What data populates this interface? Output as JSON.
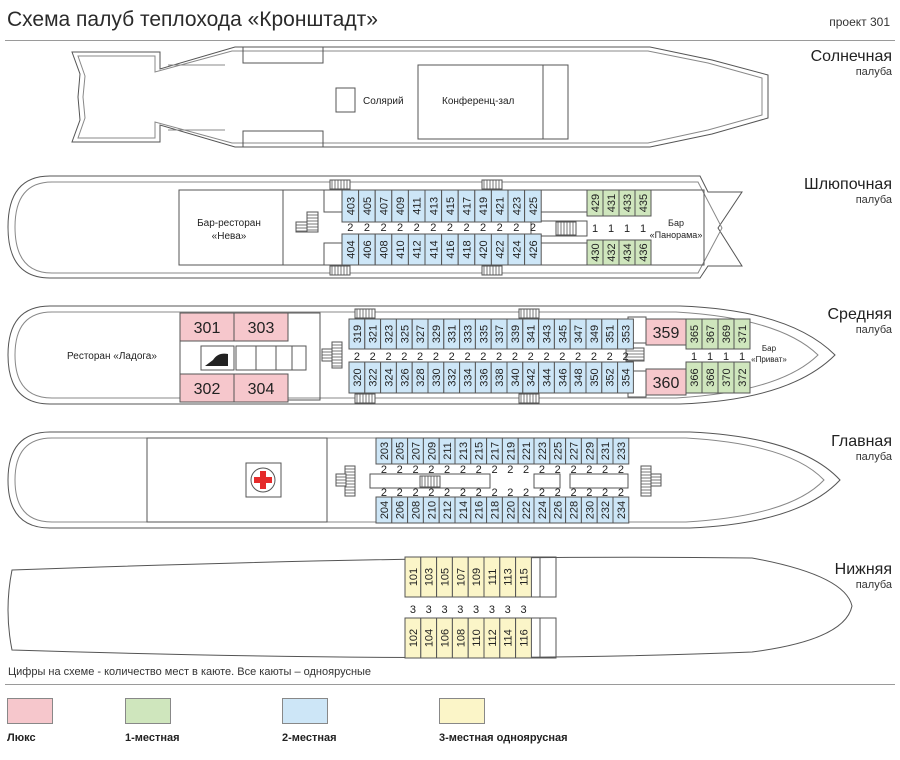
{
  "header": {
    "title": "Схема палуб теплохода «Кронштадт»",
    "project": "проект 301"
  },
  "colors": {
    "lux": "#f6c7cc",
    "single": "#cfe6bd",
    "double": "#cde6f7",
    "triple": "#fbf5c8",
    "outline": "#555555"
  },
  "decks": [
    {
      "name": "Солнечная",
      "sub": "палуба"
    },
    {
      "name": "Шлюпочная",
      "sub": "палуба"
    },
    {
      "name": "Средняя",
      "sub": "палуба"
    },
    {
      "name": "Главная",
      "sub": "палуба"
    },
    {
      "name": "Нижняя",
      "sub": "палуба"
    }
  ],
  "sun": {
    "solarium": "Солярий",
    "conference": "Конференц-зал"
  },
  "boat": {
    "bar_left": [
      "Бар-ресторан",
      "«Нева»"
    ],
    "bar_right": [
      "Бар",
      "«Панорама»"
    ],
    "top": [
      "403",
      "405",
      "407",
      "409",
      "411",
      "413",
      "415",
      "417",
      "419",
      "421",
      "423",
      "425"
    ],
    "bottom": [
      "404",
      "406",
      "408",
      "410",
      "412",
      "414",
      "416",
      "418",
      "420",
      "422",
      "424",
      "426"
    ],
    "top_r": [
      "429",
      "431",
      "433",
      "435"
    ],
    "bottom_r": [
      "430",
      "432",
      "434",
      "436"
    ],
    "cap_mid": "2",
    "cap_r": "1"
  },
  "middle": {
    "restaurant": "Ресторан «Ладога»",
    "lux_top": [
      "301",
      "303"
    ],
    "lux_bottom": [
      "302",
      "304"
    ],
    "top": [
      "319",
      "321",
      "323",
      "325",
      "327",
      "329",
      "331",
      "333",
      "335",
      "337",
      "339",
      "341",
      "343",
      "345",
      "347",
      "349",
      "351",
      "353"
    ],
    "bottom": [
      "320",
      "322",
      "324",
      "326",
      "328",
      "330",
      "332",
      "334",
      "336",
      "338",
      "340",
      "342",
      "344",
      "346",
      "348",
      "350",
      "352",
      "354"
    ],
    "lux_r_top": "359",
    "lux_r_bottom": "360",
    "top_r": [
      "365",
      "367",
      "369",
      "371"
    ],
    "bottom_r": [
      "366",
      "368",
      "370",
      "372"
    ],
    "bar_right": [
      "Бар",
      "«Приват»"
    ],
    "cap_mid": "2",
    "cap_r": "1"
  },
  "main": {
    "top": [
      "203",
      "205",
      "207",
      "209",
      "211",
      "213",
      "215",
      "217",
      "219",
      "221",
      "223",
      "225",
      "227",
      "229",
      "231",
      "233"
    ],
    "bottom": [
      "204",
      "206",
      "208",
      "210",
      "212",
      "214",
      "216",
      "218",
      "220",
      "222",
      "224",
      "226",
      "228",
      "230",
      "232",
      "234"
    ],
    "cap": "2"
  },
  "lower": {
    "top": [
      "101",
      "103",
      "105",
      "107",
      "109",
      "111",
      "113",
      "115"
    ],
    "bottom": [
      "102",
      "104",
      "106",
      "108",
      "110",
      "112",
      "114",
      "116"
    ],
    "cap": "3"
  },
  "note": "Цифры на схеме - количество мест в каюте. Все каюты – одноярусные",
  "legend": [
    "Люкс",
    "1-местная",
    "2-местная",
    "3-местная одноярусная"
  ]
}
